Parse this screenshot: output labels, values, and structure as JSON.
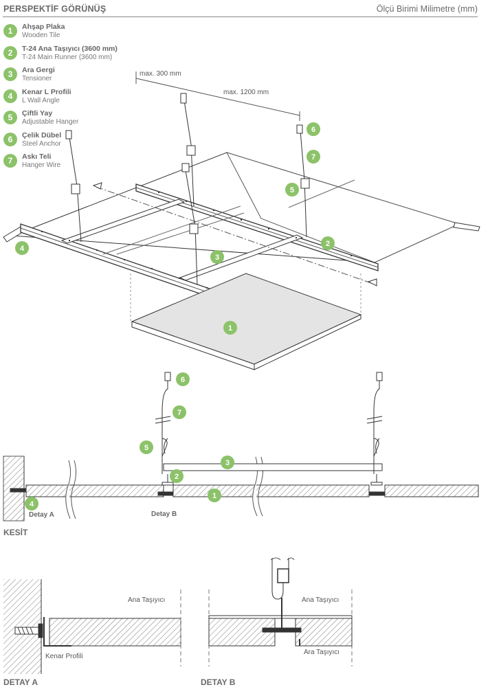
{
  "header": {
    "left": "PERSPEKTİF GÖRÜNÜŞ",
    "right": "Ölçü Birimi Milimetre (mm)"
  },
  "legend": [
    {
      "num": "1",
      "tr": "Ahşap Plaka",
      "en": "Wooden Tile"
    },
    {
      "num": "2",
      "tr": "T-24 Ana Taşıyıcı (3600 mm)",
      "en": "T-24 Main Runner (3600 mm)"
    },
    {
      "num": "3",
      "tr": "Ara Gergi",
      "en": "Tensioner"
    },
    {
      "num": "4",
      "tr": "Kenar L Profili",
      "en": "L Wall Angle"
    },
    {
      "num": "5",
      "tr": "Çiftli Yay",
      "en": "Adjustable Hanger"
    },
    {
      "num": "6",
      "tr": "Çelik Dübel",
      "en": "Steel Anchor"
    },
    {
      "num": "7",
      "tr": "Askı Teli",
      "en": "Hanger Wire"
    }
  ],
  "dimensions": {
    "max_300": "max. 300 mm",
    "max_1200": "max. 1200 mm"
  },
  "section": {
    "title": "KESİT",
    "detay_a_ref": "Detay A",
    "detay_b_ref": "Detay B"
  },
  "detail_a": {
    "title": "DETAY A",
    "ana_label": "Ana Taşıyıcı",
    "kenar_label": "Kenar Profili"
  },
  "detail_b": {
    "title": "DETAY B",
    "ana_label": "Ana Taşıyıcı",
    "ara_label": "Ara Taşıyıcı"
  },
  "colors": {
    "accent": "#8cc269",
    "line": "#333333",
    "tile": "#e4e4e4"
  }
}
